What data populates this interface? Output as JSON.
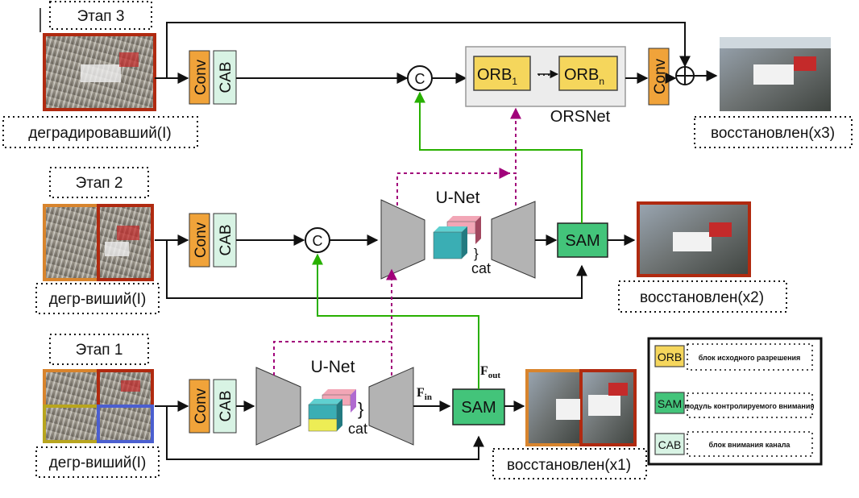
{
  "stages": {
    "s1": "Этап 1",
    "s2": "Этап 2",
    "s3": "Этап 3"
  },
  "inputs": {
    "s1": "дегр-виший(I)",
    "s2": "дегр-виший(I)",
    "s3": "деградировавший(I)"
  },
  "outputs": {
    "s1": "восстановлен(x1)",
    "s2": "восстановлен(x2)",
    "s3": "восстановлен(x3)"
  },
  "blocks": {
    "conv": "Conv",
    "cab": "CAB",
    "sam": "SAM",
    "unet": "U-Net",
    "cat": "cat",
    "orb": "ORB",
    "orb_sub1": "1",
    "orb_subn": "n",
    "orsnet": "ORSNet",
    "concat": "C",
    "f_in": "F",
    "f_in_sub": "in",
    "f_out": "F",
    "f_out_sub": "out"
  },
  "legend": {
    "items": [
      {
        "abbr": "ORB",
        "desc": "блок исходного разрешения"
      },
      {
        "abbr": "SAM",
        "desc": "модуль контролируемого внимания"
      },
      {
        "abbr": "CAB",
        "desc": "блок внимания канала"
      }
    ]
  },
  "colors": {
    "conv": "#f0a33a",
    "cab": "#d8f3e4",
    "sam": "#43c47a",
    "orb": "#f5d65c",
    "orsnet_bg": "#ececec",
    "unet": "#b3b3b3",
    "green_arrow": "#28b000",
    "magenta_arrow": "#a1007a",
    "frame_orange": "#d8842d",
    "frame_red": "#b02a10",
    "frame_yellow": "#b8a51e",
    "frame_blue": "#4b5fd0"
  }
}
